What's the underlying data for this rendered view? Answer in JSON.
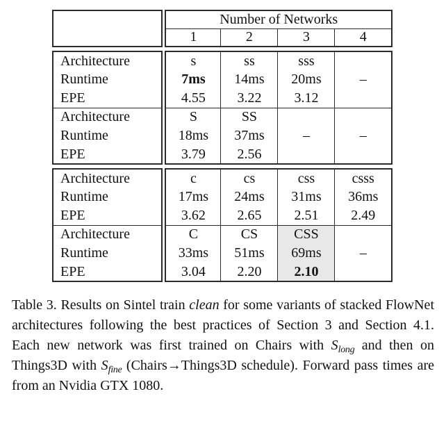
{
  "table": {
    "header": {
      "group_label": "Number of Networks",
      "columns": [
        "1",
        "2",
        "3",
        "4"
      ]
    },
    "row_labels": {
      "architecture": "Architecture",
      "runtime": "Runtime",
      "epe": "EPE"
    },
    "blocks": [
      {
        "architecture": [
          "s",
          "ss",
          "sss",
          ""
        ],
        "runtime": [
          "7ms",
          "14ms",
          "20ms",
          "–"
        ],
        "epe": [
          "4.55",
          "3.22",
          "3.12",
          ""
        ]
      },
      {
        "architecture": [
          "S",
          "SS",
          "",
          ""
        ],
        "runtime": [
          "18ms",
          "37ms",
          "–",
          "–"
        ],
        "epe": [
          "3.79",
          "2.56",
          "",
          ""
        ]
      },
      {
        "architecture": [
          "c",
          "cs",
          "css",
          "csss"
        ],
        "runtime": [
          "17ms",
          "24ms",
          "31ms",
          "36ms"
        ],
        "epe": [
          "3.62",
          "2.65",
          "2.51",
          "2.49"
        ]
      },
      {
        "architecture": [
          "C",
          "CS",
          "CSS",
          ""
        ],
        "runtime": [
          "33ms",
          "51ms",
          "69ms",
          "–"
        ],
        "epe": [
          "3.04",
          "2.20",
          "2.10",
          ""
        ]
      }
    ],
    "highlight_color": "#e8e8e8"
  },
  "caption": {
    "part1": "Table 3. Results on Sintel train ",
    "italic1": "clean",
    "part2": " for some variants of stacked FlowNet architectures following the best practices of Section 3 and Section 4.1. Each new network was first trained on Chairs with ",
    "math1_base": "S",
    "math1_sub": "long",
    "part3": " and then on Things3D with ",
    "math2_base": "S",
    "math2_sub": "fine",
    "part4": " (Chairs→Things3D schedule). Forward pass times are from an Nvidia GTX 1080."
  }
}
